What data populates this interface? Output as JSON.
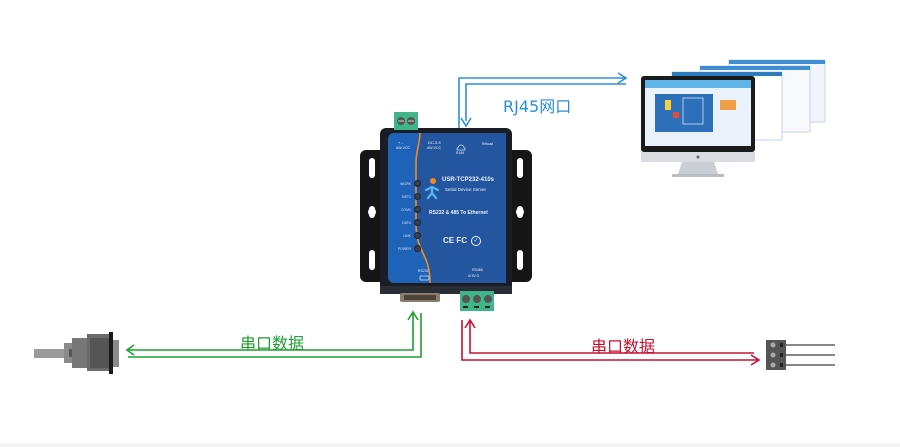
{
  "diagram": {
    "network_label": "RJ45网口",
    "serial_left_label": "串口数据",
    "serial_right_label": "串口数据",
    "colors": {
      "network": "#2b8fd6",
      "serial_rs232": "#1fa032",
      "serial_rs485": "#c8102e",
      "device_body": "#1f63b8",
      "device_accent": "#f08a1c",
      "terminal_block": "#3fb58a"
    }
  },
  "device": {
    "model": "USR-TCP232-410s",
    "subtitle": "Serial Device Server",
    "description": "RS232 & 485 To Ethernet",
    "certifications": "CE FC",
    "top_labels": [
      "+ -",
      "DC-5.5",
      "RJ45",
      "Reload"
    ],
    "top_sub_labels": [
      "AW-VCC",
      "AW-VCC"
    ],
    "leds": [
      "WORK",
      "NET1",
      "COM1",
      "DATA",
      "LINK",
      "POWER"
    ],
    "bottom_left_label": "RS232",
    "bottom_right_label": "RS485",
    "bottom_right_sub": "A/ B/ G"
  },
  "endpoints": {
    "left": "db9-serial-connector",
    "right": "rs485-terminal-wires",
    "top_right": "monitor-with-software-windows"
  }
}
